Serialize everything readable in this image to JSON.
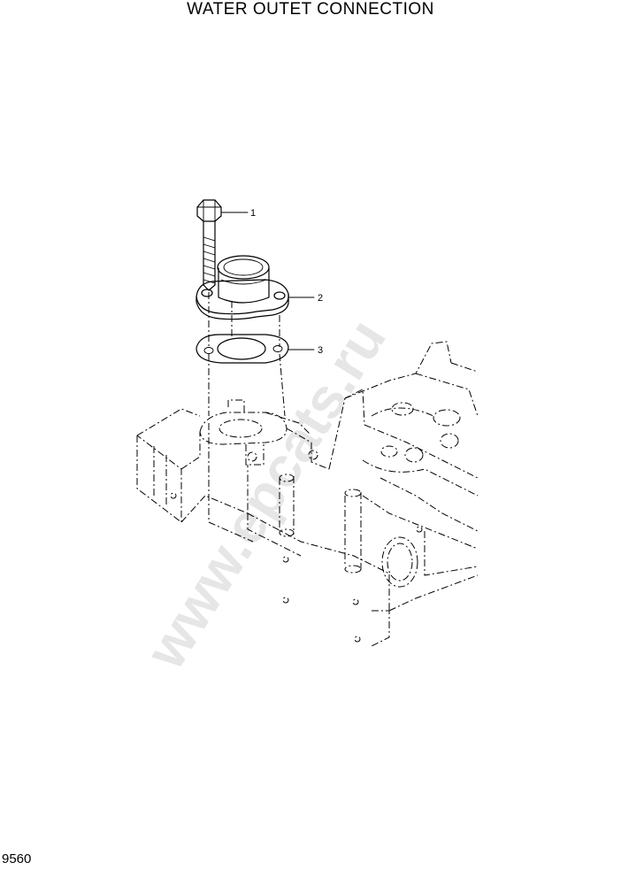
{
  "title": "WATER OUTET CONNECTION",
  "page_code": "9560",
  "callouts": [
    {
      "number": "1",
      "part": "bolt"
    },
    {
      "number": "2",
      "part": "water outlet connection"
    },
    {
      "number": "3",
      "part": "gasket"
    }
  ],
  "watermark": "www.epcats.ru"
}
